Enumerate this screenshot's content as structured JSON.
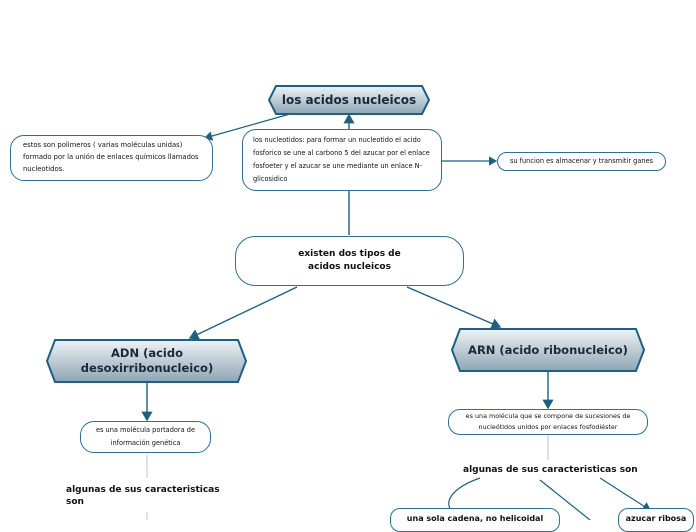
{
  "colors": {
    "line": "#1f5f7f",
    "hex_fill_top": "#e8eef2",
    "hex_fill_bottom": "#8fa6b5",
    "hex_stroke": "#1f5f80"
  },
  "nodes": {
    "main_title": "los acidos nucleicos",
    "polymers": "estos son polimeros ( varias moléculas unidas) formado por la unión de enlaces químicos llamados nucleotidos.",
    "nucleotides": "los nucleotidos: para formar un nucleotido el acido fosforico se une al carbono 5 del azucar por el enlace fosfoeter y el azucar se une mediante un enlace N-glicosidico",
    "function": "su funcion es almacenar y transmitir ganes",
    "two_types": "existen dos tipos de acidos nucleicos",
    "adn": "ADN (acido desoxirribonucleico)",
    "arn": "ARN (acido ribonucleico)",
    "adn_desc": "es una molécula portadora de información genética",
    "arn_desc": "es una molécula que se compone de sucesiones de nucleótidos unidos por enlaces fosfodiéster",
    "adn_chars": "algunas de sus caracteristicas son",
    "arn_chars": "algunas de sus caracteristicas son",
    "arn_char_1": "una sola cadena, no helicoidal",
    "arn_char_2": "azucar ribosa"
  }
}
